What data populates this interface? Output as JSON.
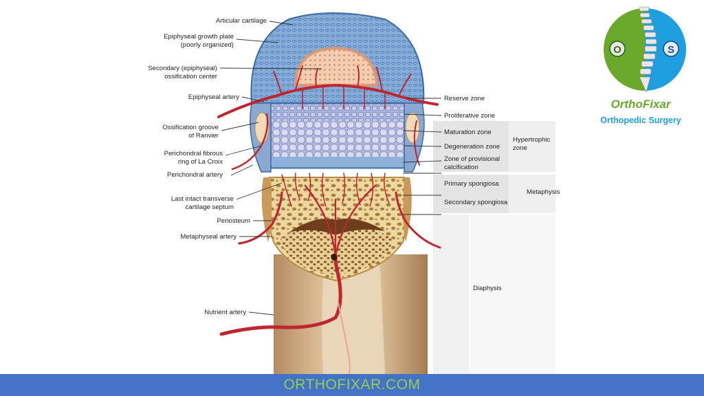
{
  "left_labels": [
    "Articular cartilage",
    "Epiphyseal growth plate",
    "(poorly organized)",
    "Secondary (epiphyseal)",
    "ossification center",
    "Epiphyseal artery",
    "Ossification groove",
    "of Ranvier",
    "Perichondral fibrous",
    "ring of La Croix",
    "Perichondral artery",
    "Last intact transverse",
    "cartilage septum",
    "Periosteum",
    "Metaphyseal artery",
    "Nutrient artery"
  ],
  "zones": {
    "reserve": "Reserve zone",
    "proliferative": "Proliferative zone",
    "maturation": "Maturation zone",
    "degeneration": "Degeneration zone",
    "provisional_1": "Zone of provisional",
    "provisional_2": "calcification",
    "primary_spongiosa": "Primary spongiosa",
    "secondary_spongiosa": "Secondary spongiosa"
  },
  "groups": {
    "hypertrophic_1": "Hypertrophic",
    "hypertrophic_2": "zone",
    "metaphysis": "Metaphysis",
    "diaphysis": "Diaphysis"
  },
  "logo": {
    "letter_left": "O",
    "letter_right": "S",
    "name": "OrthoFixar",
    "tagline": "Orthopedic Surgery"
  },
  "footer": {
    "text": "ORTHOFIXAR.COM"
  },
  "colors": {
    "cartilage": "#7ea6d6",
    "artery": "#c0262f",
    "bone": "#e8cf95",
    "shaft": "#caa27a",
    "footer_bg": "#4472c4",
    "footer_text": "#92d050",
    "logo_green": "#6aa82c",
    "logo_blue": "#1f9fe0"
  }
}
